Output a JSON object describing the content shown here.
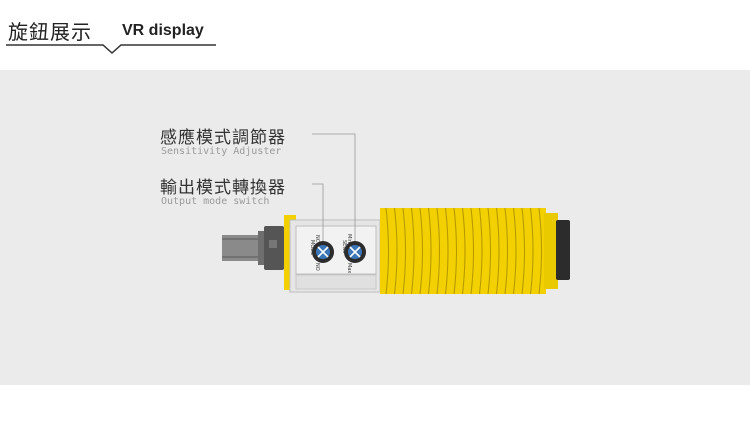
{
  "header": {
    "title_zh": "旋鈕展示",
    "title_en": "VR display"
  },
  "callouts": {
    "sensitivity": {
      "label_zh": "感應模式調節器",
      "label_en": "Sensitivity Adjuster"
    },
    "output_mode": {
      "label_zh": "輸出模式轉換器",
      "label_en": "Output mode switch"
    }
  },
  "device": {
    "knob_left": {
      "label": "MODE",
      "mark_a": "NC",
      "mark_b": "NO"
    },
    "knob_right": {
      "label": "SENS",
      "mark_a": "Min",
      "mark_b": "Max"
    }
  },
  "colors": {
    "body_yellow": "#f3d100",
    "thread_line": "#b89a00",
    "background": "#ebebeb",
    "knob_blue": "#3a76b8"
  }
}
